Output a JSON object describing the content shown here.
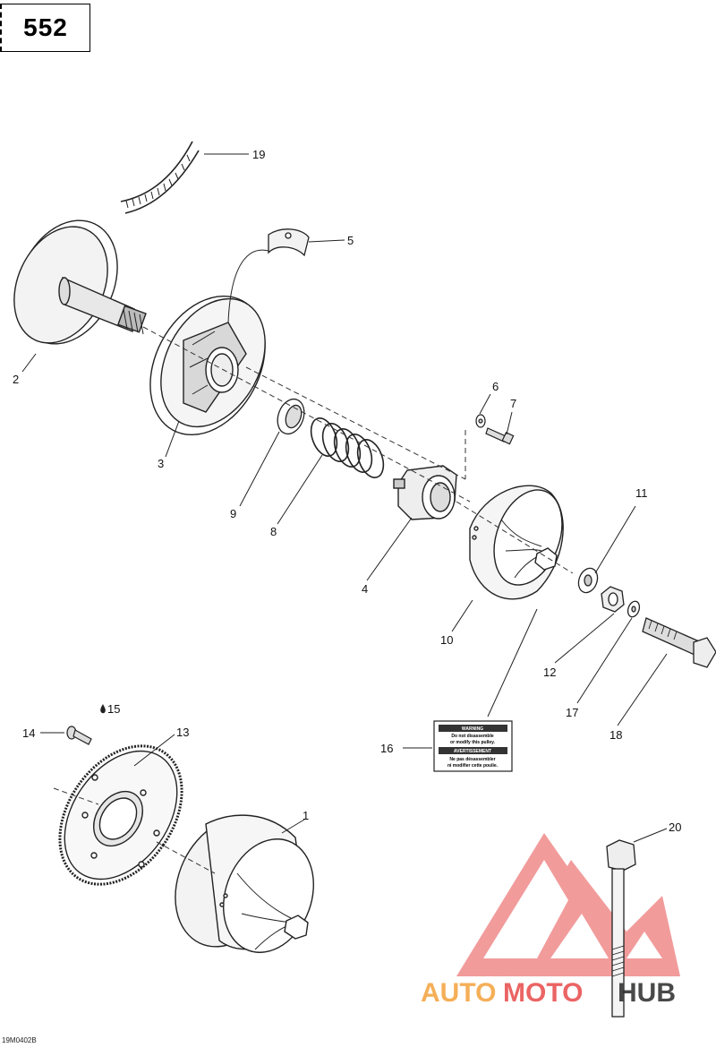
{
  "page": {
    "number": "552",
    "drawing_code": "19M0402B"
  },
  "callouts": {
    "c1": "1",
    "c2": "2",
    "c3": "3",
    "c4": "4",
    "c5": "5",
    "c6": "6",
    "c7": "7",
    "c8": "8",
    "c9": "9",
    "c10": "10",
    "c11": "11",
    "c12": "12",
    "c13": "13",
    "c14": "14",
    "c15": "15",
    "c16": "16",
    "c17": "17",
    "c18": "18",
    "c19": "19",
    "c20": "20"
  },
  "warning_label": {
    "line1": "WARNING",
    "line2": "Do not disassemble",
    "line3": "or modify this pulley.",
    "line4": "AVERTISSEMENT",
    "line5": "Ne pas désassembler",
    "line6": "ni modifier cette poulie."
  },
  "watermark": {
    "part1": "AUTO",
    "part2": "MOTO",
    "part3": "HUB",
    "color_red": "#e84a4a",
    "color_orange": "#f4a23c",
    "color_dark": "#2a2a2a"
  }
}
